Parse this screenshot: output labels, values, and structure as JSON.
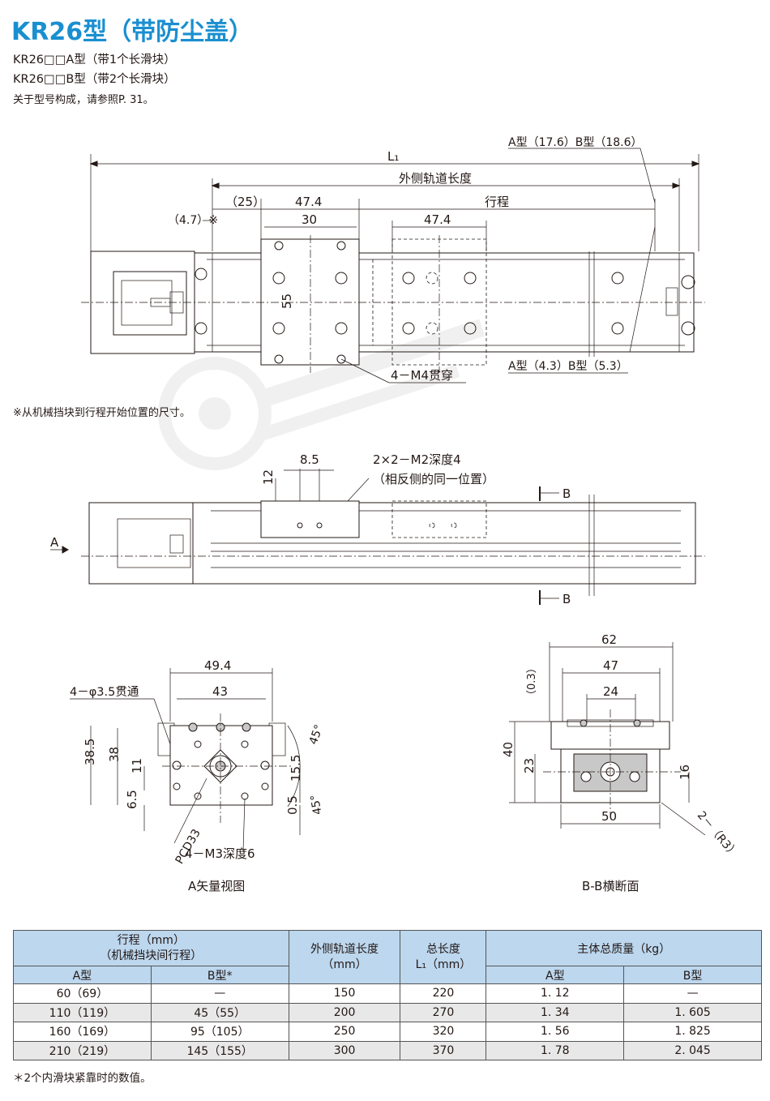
{
  "header": {
    "title": "KR26型（带防尘盖）",
    "line1": "KR26□□A型（带1个长滑块）",
    "line2": "KR26□□B型（带2个长滑块）",
    "line3": "关于型号构成，请参照P. 31。"
  },
  "top_view": {
    "dim_l1": "L₁",
    "dim_outer_rail": "外侧轨道长度",
    "dim_stroke": "行程",
    "dim_end": "A型（17.6）B型（18.6）",
    "dim_47_4_a": "47.4",
    "dim_47_4_b": "47.4",
    "dim_25": "（25）",
    "dim_4_7": "（4.7）※",
    "dim_30": "30",
    "dim_55": "55",
    "callout_m4": "4－M4贯穿",
    "callout_end2": "A型（4.3）B型（5.3）",
    "note": "※从机械挡块到行程开始位置的尺寸。"
  },
  "side_view": {
    "dim_8_5": "8.5",
    "dim_12": "12",
    "callout_m2": "2×2－M2深度4",
    "callout_m2_sub": "（相反侧的同一位置）",
    "section_b": "B",
    "section_b2": "B",
    "view_a": "A"
  },
  "a_view": {
    "dim_49_4": "49.4",
    "dim_43": "43",
    "dim_38_5": "38.5",
    "dim_38": "38",
    "dim_11": "11",
    "dim_6_5": "6.5",
    "dim_15_5": "15.5",
    "dim_0_5": "0.5",
    "dim_45_a": "45°",
    "dim_45_b": "45°",
    "callout_hole": "4－φ3.5贯通",
    "callout_pcd": "PCD33",
    "callout_m3": "4－M3深度6",
    "caption": "A矢量视图"
  },
  "bb_view": {
    "dim_62": "62",
    "dim_47": "47",
    "dim_24": "24",
    "dim_0_3": "（0.3）",
    "dim_40": "40",
    "dim_23": "23",
    "dim_16": "16",
    "dim_50": "50",
    "dim_r3": "2－（R3）",
    "caption": "B-B横断面"
  },
  "table": {
    "h_stroke": "行程（mm）",
    "h_stroke_sub": "（机械挡块间行程）",
    "h_rail": "外侧轨道长度",
    "h_rail_unit": "（mm）",
    "h_total": "总长度",
    "h_total_unit": "L₁（mm）",
    "h_mass": "主体总质量（kg）",
    "h_a": "A型",
    "h_b": "B型*",
    "h_ma": "A型",
    "h_mb": "B型",
    "rows": [
      {
        "a": "60（69）",
        "b": "—",
        "rail": "150",
        "l1": "220",
        "ma": "1. 12",
        "mb": "—"
      },
      {
        "a": "110（119）",
        "b": "45（55）",
        "rail": "200",
        "l1": "270",
        "ma": "1. 34",
        "mb": "1. 605"
      },
      {
        "a": "160（169）",
        "b": "95（105）",
        "rail": "250",
        "l1": "320",
        "ma": "1. 56",
        "mb": "1. 825"
      },
      {
        "a": "210（219）",
        "b": "145（155）",
        "rail": "300",
        "l1": "370",
        "ma": "1. 78",
        "mb": "2. 045"
      }
    ],
    "footnote": "＊2个内滑块紧靠时的数值。"
  },
  "colors": {
    "title": "#1a8fd0",
    "table_header": "#bcd7ee",
    "table_alt": "#e8e8e8"
  }
}
